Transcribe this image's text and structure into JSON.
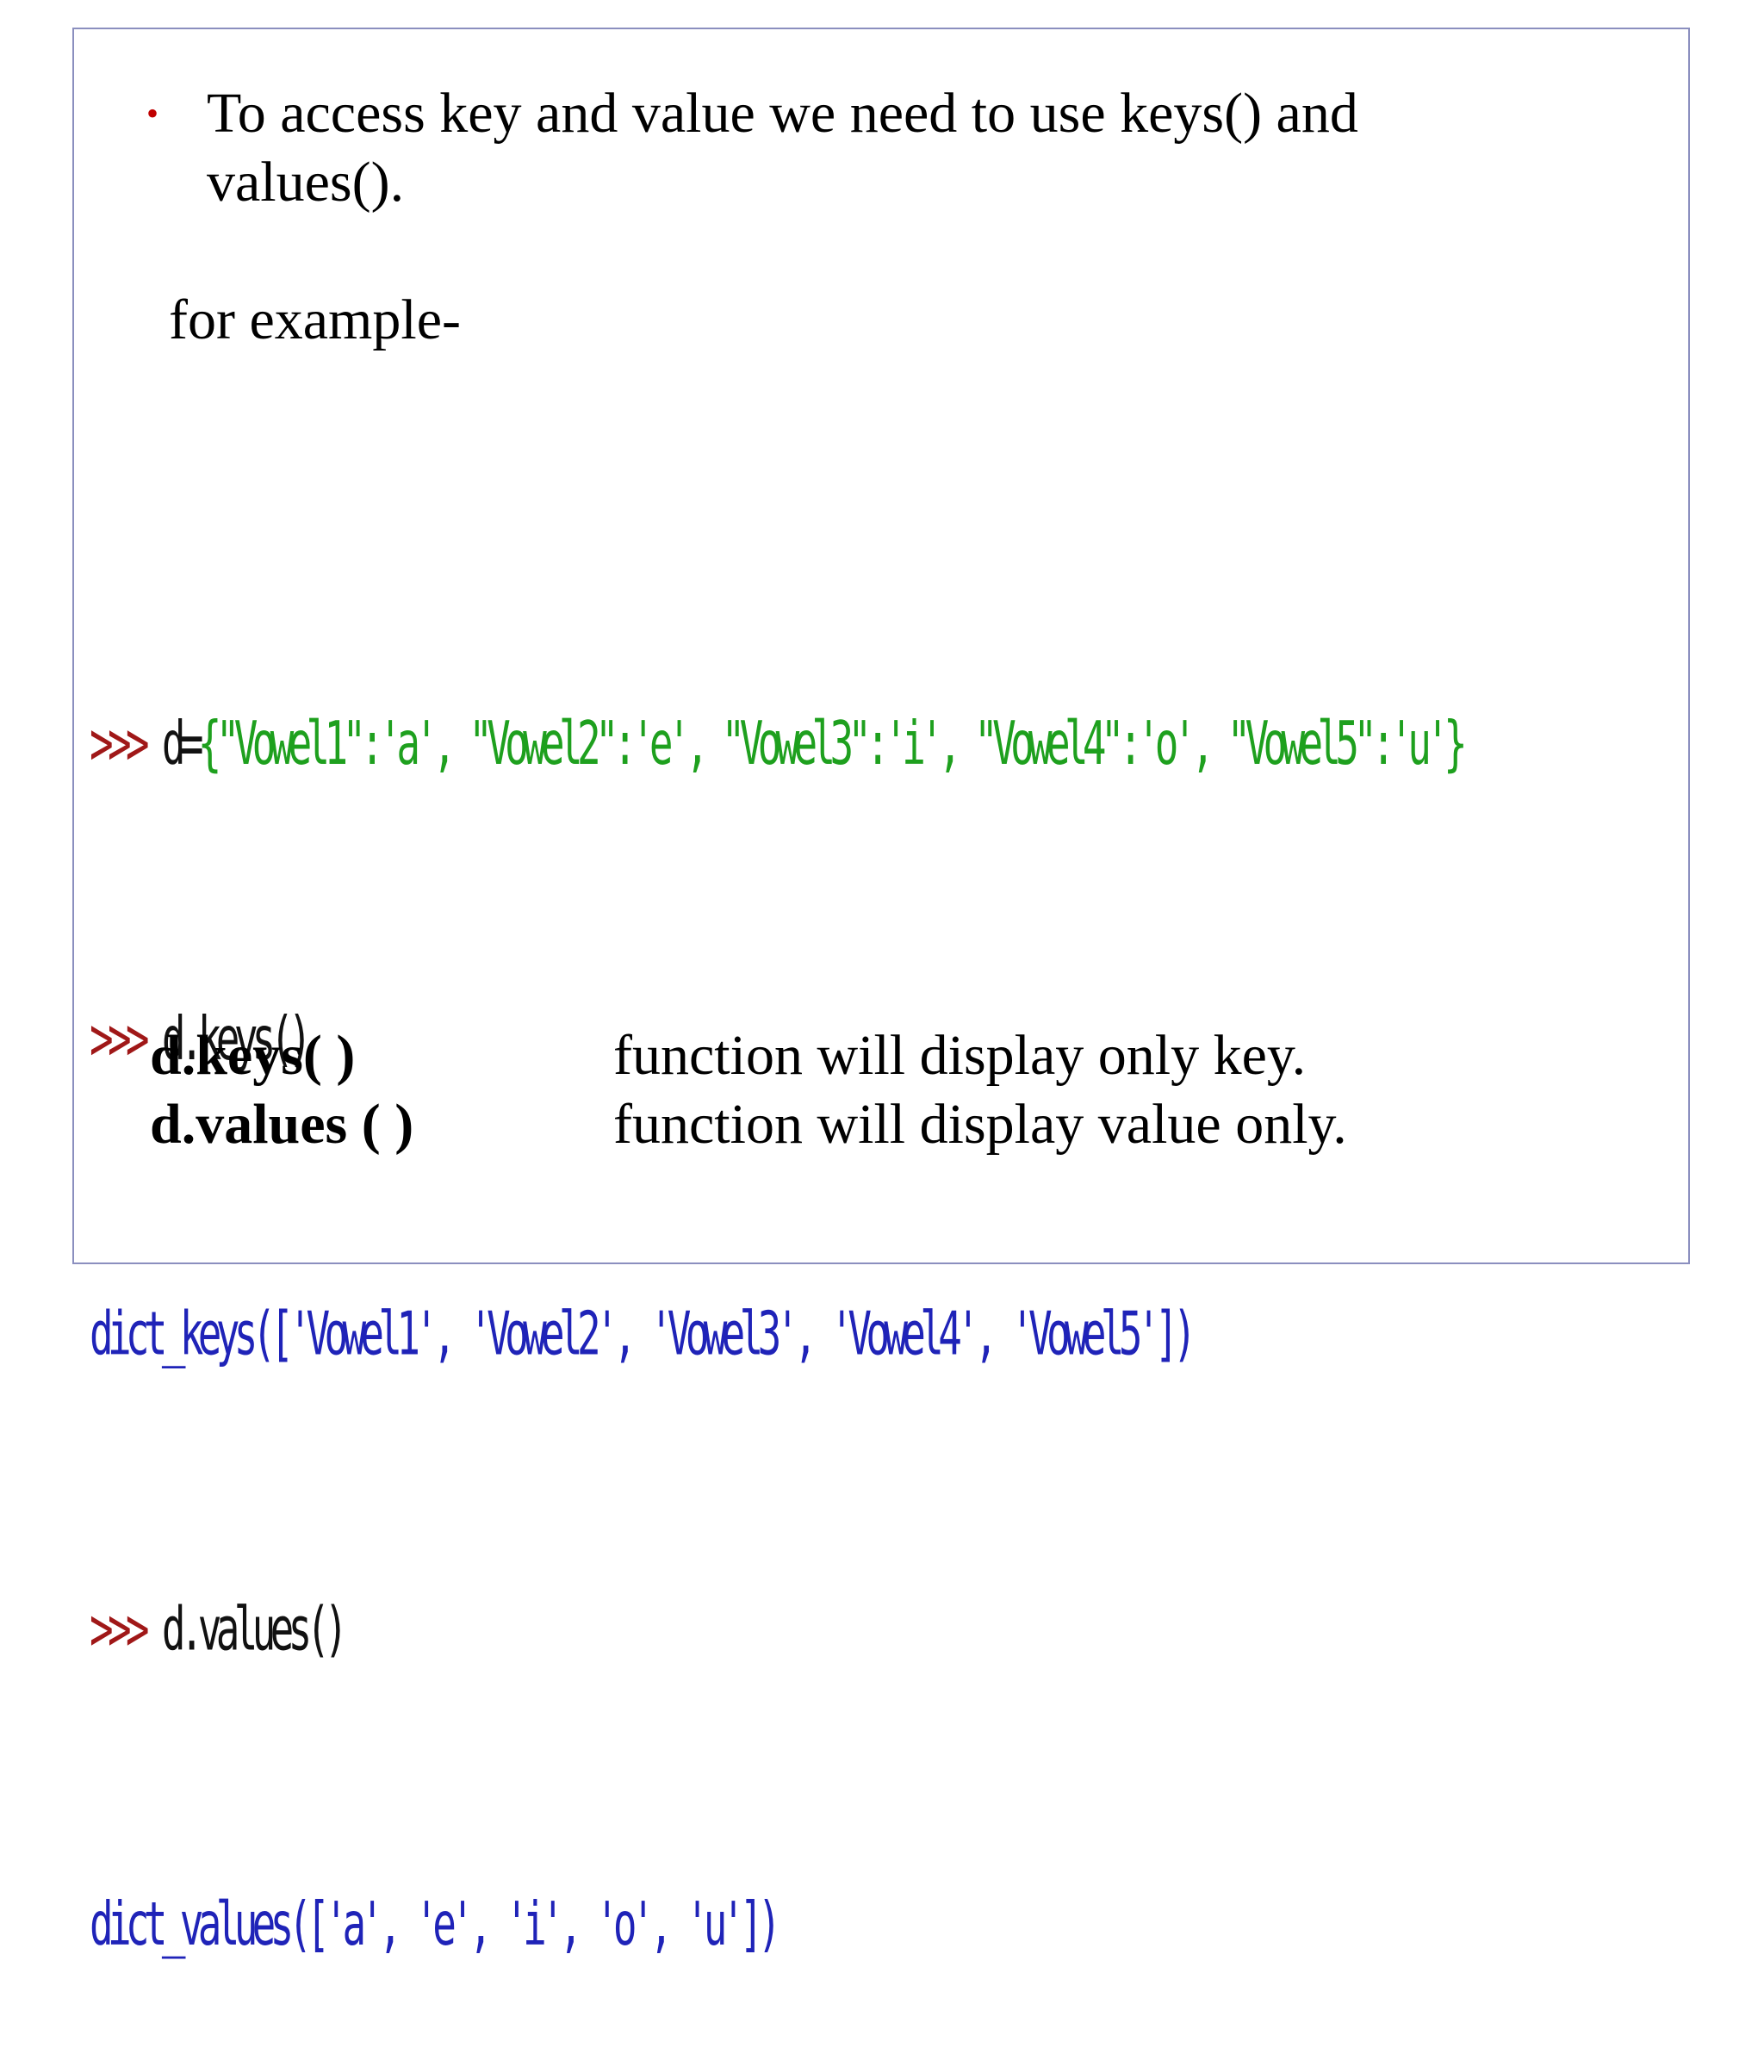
{
  "bullet": {
    "symbol": "•",
    "text": "To access key and value we need to use keys() and values()."
  },
  "example_label": "for example-",
  "code": {
    "prompt": ">>>",
    "line1": "d={\"Vowel1\":'a', \"Vowel2\":'e', \"Vowel3\":'i', \"Vowel4\":'o', \"Vowel5\":'u'}",
    "line1_prefix": "d=",
    "line1_dict": "{\"Vowel1\":'a', \"Vowel2\":'e', \"Vowel3\":'i', \"Vowel4\":'o', \"Vowel5\":'u'}",
    "line2": "d.keys()",
    "output1": "dict_keys(['Vowel1', 'Vowel2', 'Vowel3', 'Vowel4', 'Vowel5'])",
    "line3": "d.values()",
    "output2": "dict_values(['a', 'e', 'i', 'o', 'u'])"
  },
  "explanations": [
    {
      "term": "d.keys( )",
      "description": "function will display only key."
    },
    {
      "term": "d.values ( )",
      "description": "function will display value only."
    }
  ],
  "colors": {
    "bullet": "#c00000",
    "prompt": "#a01818",
    "string": "#1ea01e",
    "output": "#1f23b8",
    "border": "#8b8fbf"
  }
}
